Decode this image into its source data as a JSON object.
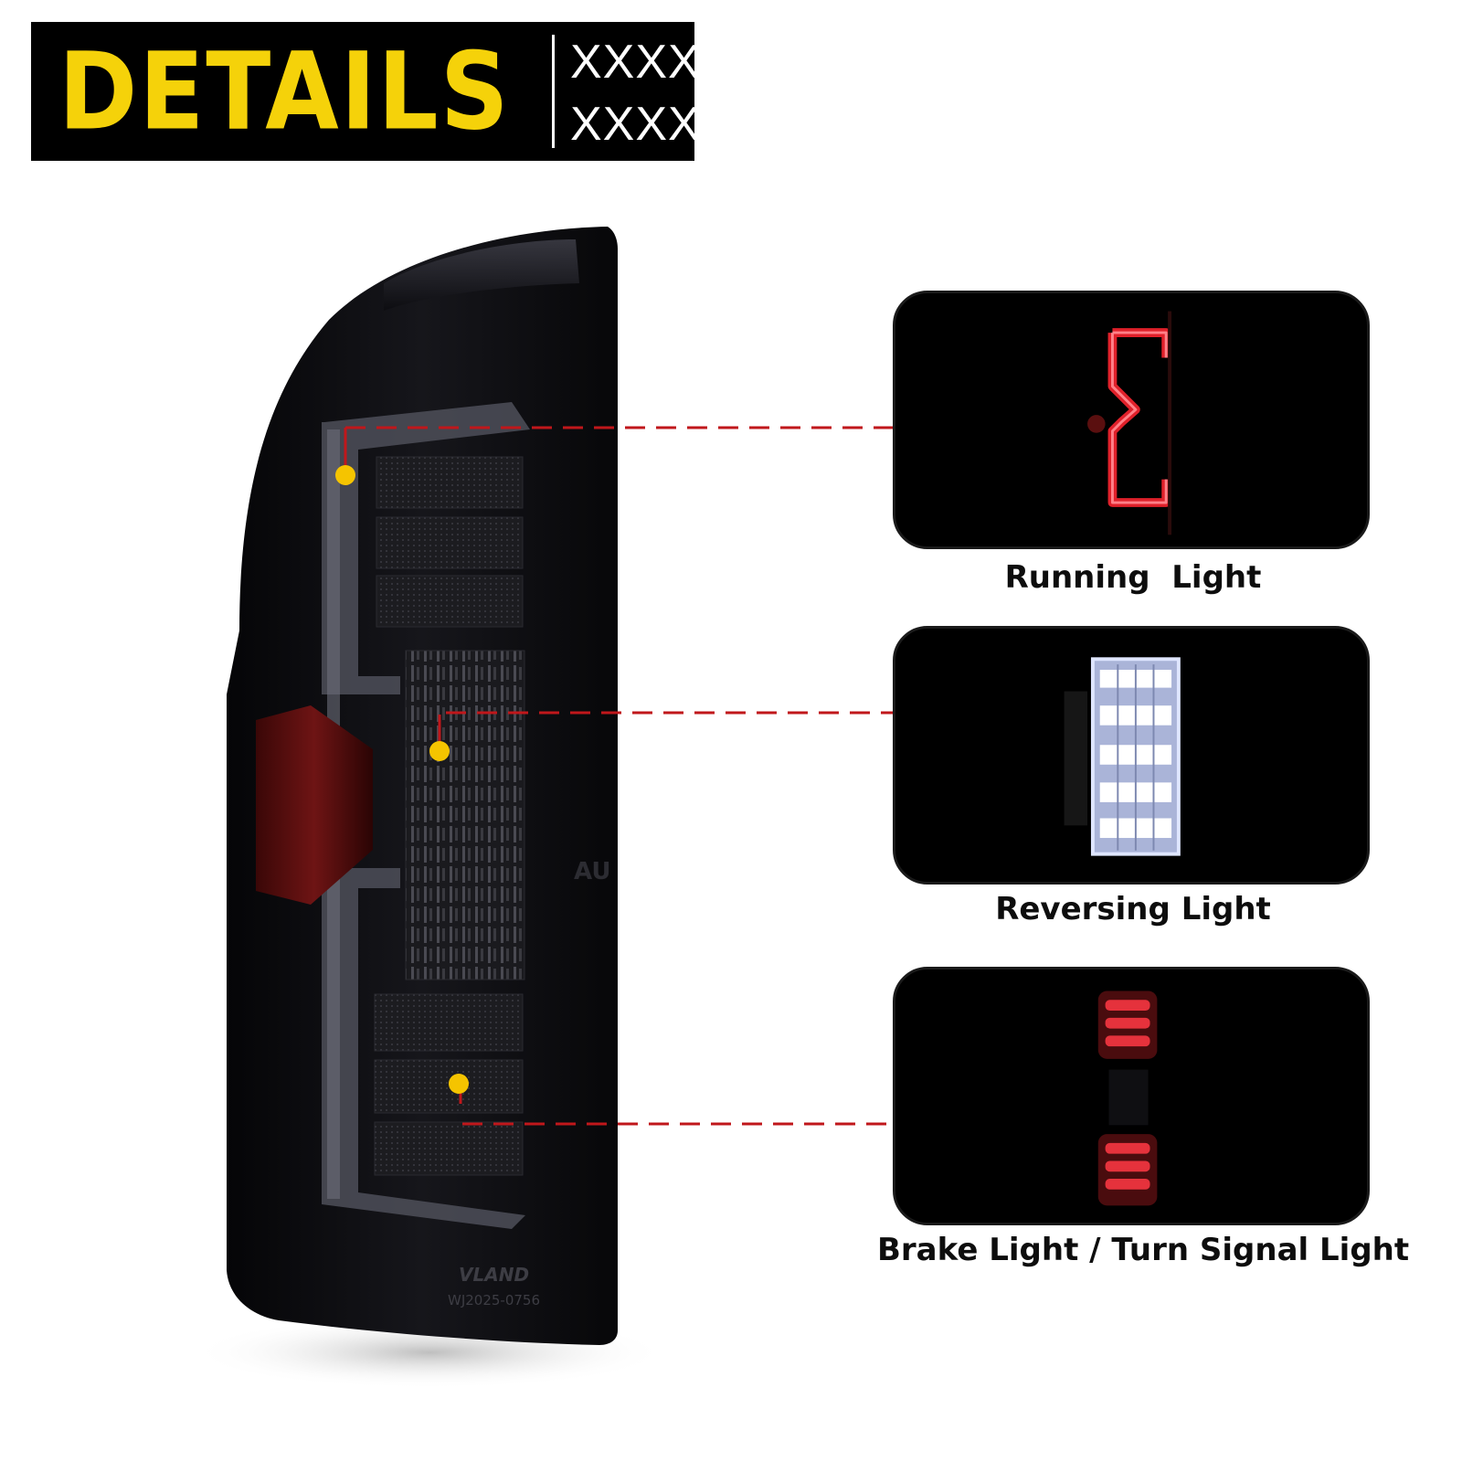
{
  "banner": {
    "title": "DETAILS",
    "subtitle_line1": "XXXXX",
    "subtitle_line2": "XXXXX"
  },
  "colors": {
    "banner_bg": "#000000",
    "banner_title": "#f5d20a",
    "marker_dot": "#f5c400",
    "leader_line": "#c0171b",
    "running_glow": "#e0202a",
    "reversing_glow": "#e8eeff",
    "brake_glow": "#d8202a"
  },
  "lamp": {
    "brand_mark": "VLAND",
    "part_number": "WJ2025-0756"
  },
  "callouts": [
    {
      "label": "Running  Light",
      "icon": "running-light-led-strip"
    },
    {
      "label": "Reversing Light",
      "icon": "reversing-light-white-led"
    },
    {
      "label": "Brake Light / Turn Signal Light",
      "icon": "brake-turn-red-led"
    }
  ]
}
